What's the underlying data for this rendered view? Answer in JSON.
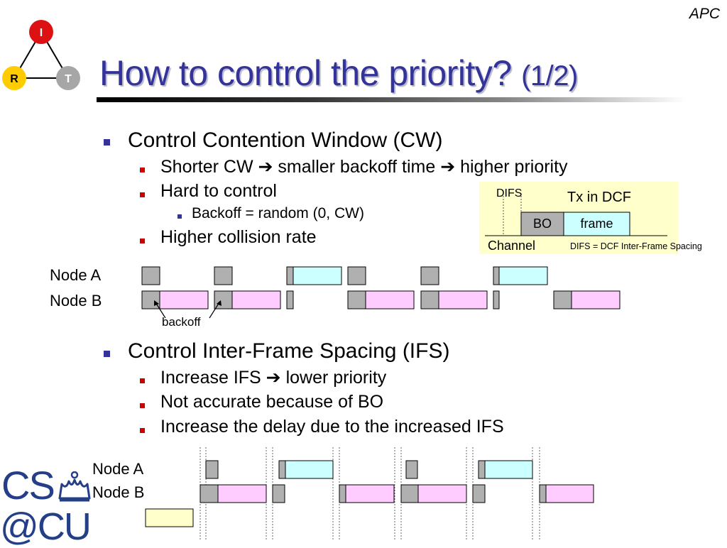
{
  "header": {
    "corner_tag": "APC",
    "title_main": "How to control the priority?",
    "title_sub": "(1/2)"
  },
  "logo": {
    "top_node": "I",
    "left_node": "R",
    "right_node": "T"
  },
  "bullets": {
    "cw": {
      "heading": "Control Contention Window (CW)",
      "sub": [
        "Shorter CW ➔ smaller backoff time ➔ higher priority",
        "Hard to control"
      ],
      "subsub": [
        "Backoff = random (0, CW)"
      ],
      "last": "Higher collision rate"
    },
    "ifs": {
      "heading": "Control Inter-Frame Spacing (IFS)",
      "sub": [
        "Increase IFS ➔ lower priority",
        "Not accurate because of BO",
        "Increase the delay due to the increased IFS"
      ]
    }
  },
  "legend": {
    "difs": "DIFS",
    "tx": "Tx in DCF",
    "bo": "BO",
    "frame": "frame",
    "channel": "Channel",
    "note": "DIFS = DCF Inter-Frame Spacing"
  },
  "timeline1": {
    "node_a": "Node A",
    "node_b": "Node B",
    "annotation": "backoff"
  },
  "timeline2": {
    "node_a": "Node A",
    "node_b": "Node B"
  },
  "school_logo": {
    "line1": "CS",
    "line2": "@CU"
  },
  "colors": {
    "title": "#333399",
    "backoff": "#b0b0b0",
    "tx_frame": "#ccffff",
    "collision_frame": "#ffccff",
    "legend_bg": "#ffffcc",
    "pending": "#ffffcc"
  }
}
